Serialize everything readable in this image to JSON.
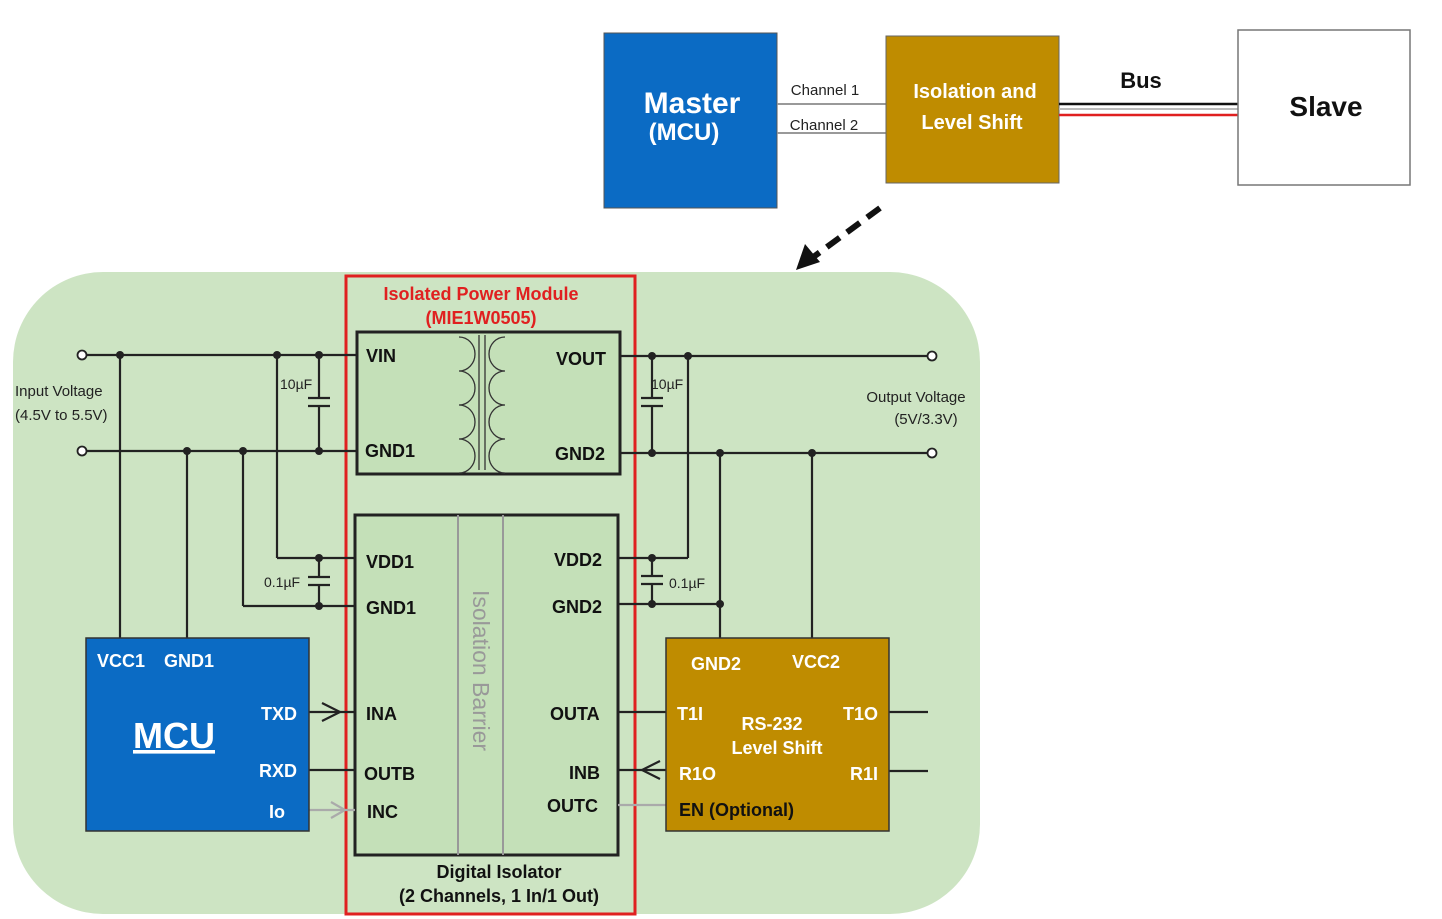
{
  "top": {
    "master": {
      "title": "Master",
      "subtitle": "(MCU)"
    },
    "channel1": "Channel 1",
    "channel2": "Channel 2",
    "isolation": {
      "line1": "Isolation and",
      "line2": "Level Shift"
    },
    "bus": "Bus",
    "slave": "Slave"
  },
  "power_module": {
    "title": "Isolated Power Module",
    "part": "(MIE1W0505)",
    "vin": "VIN",
    "gnd1": "GND1",
    "vout": "VOUT",
    "gnd2": "GND2"
  },
  "input": {
    "label": "Input Voltage",
    "range": "(4.5V to 5.5V)"
  },
  "output": {
    "label": "Output Voltage",
    "range": "(5V/3.3V)"
  },
  "caps": {
    "c10_left": "10µF",
    "c10_right": "10µF",
    "c01_left": "0.1µF",
    "c01_right": "0.1µF"
  },
  "isolator": {
    "vdd1": "VDD1",
    "gnd1": "GND1",
    "vdd2": "VDD2",
    "gnd2": "GND2",
    "ina": "INA",
    "outb": "OUTB",
    "inc": "INC",
    "outa": "OUTA",
    "inb": "INB",
    "outc": "OUTC",
    "barrier": "Isolation Barrier",
    "caption1": "Digital Isolator",
    "caption2": "(2 Channels, 1 In/1 Out)"
  },
  "mcu": {
    "vcc1": "VCC1",
    "gnd1": "GND1",
    "title": "MCU",
    "txd": "TXD",
    "rxd": "RXD",
    "io": "Io"
  },
  "rs232": {
    "gnd2": "GND2",
    "vcc2": "VCC2",
    "t1i": "T1I",
    "t1o": "T1O",
    "title1": "RS-232",
    "title2": "Level Shift",
    "r1o": "R1O",
    "r1i": "R1I",
    "en": "EN (Optional)"
  },
  "colors": {
    "blue": "#0b6bc4",
    "gold": "#bf8c00",
    "green_bg": "#cde4c3",
    "red": "#e02020"
  }
}
